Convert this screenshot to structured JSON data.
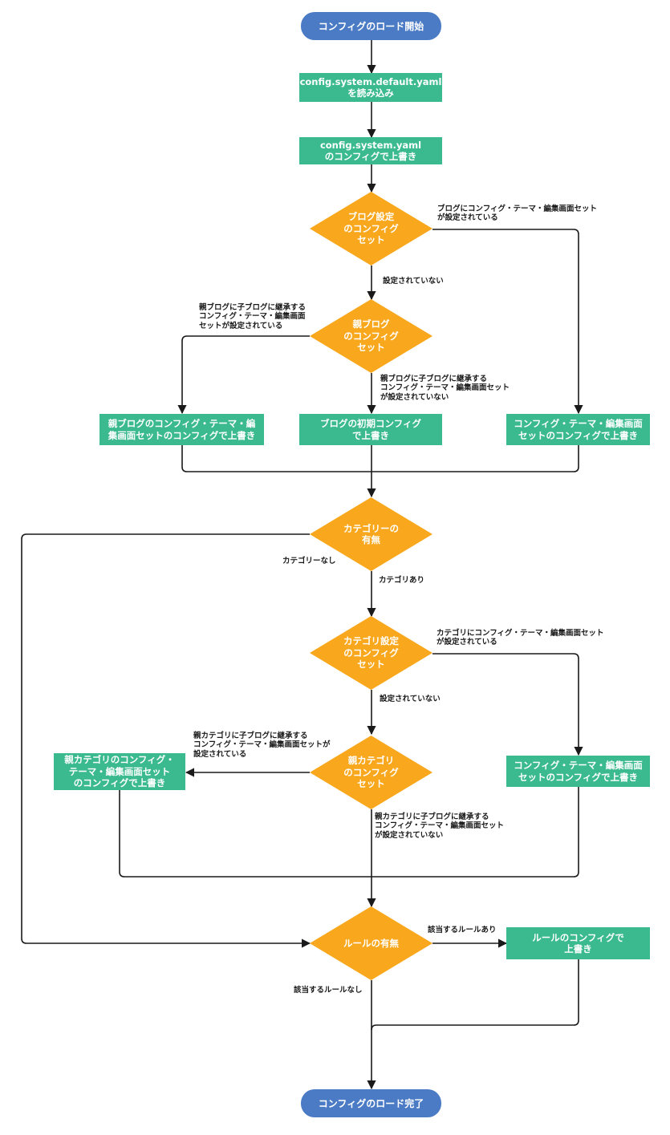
{
  "start": "コンフィグのロード開始",
  "end": "コンフィグのロード完了",
  "steps": {
    "load_default_1": "config.system.default.yaml",
    "load_default_2": "を読み込み",
    "override_system_1": "config.system.yaml",
    "override_system_2": "のコンフィグで上書き",
    "parent_blog_override_1": "親ブログのコンフィグ・テーマ・編",
    "parent_blog_override_2": "集画面セットのコンフィグで上書き",
    "blog_initial_override_1": "ブログの初期コンフィグ",
    "blog_initial_override_2": "で上書き",
    "blog_set_override_1": "コンフィグ・テーマ・編集画面",
    "blog_set_override_2": "セットのコンフィグで上書き",
    "parent_category_override_1": "親カテゴリのコンフィグ・",
    "parent_category_override_2": "テーマ・編集画面セット",
    "parent_category_override_3": "のコンフィグで上書き",
    "category_set_override_1": "コンフィグ・テーマ・編集画面",
    "category_set_override_2": "セットのコンフィグで上書き",
    "rule_override_1": "ルールのコンフィグで",
    "rule_override_2": "上書き"
  },
  "decisions": {
    "blog_config": "ブログ設定\nのコンフィグ\nセット",
    "parent_blog_config": "親ブログ\nのコンフィグ\nセット",
    "has_category": "カテゴリーの\n有無",
    "category_config": "カテゴリ設定\nのコンフィグ\nセット",
    "parent_category_config": "親カテゴリ\nのコンフィグ\nセット",
    "has_rule": "ルールの有無"
  },
  "edge_labels": {
    "blog_set": "ブログにコンフィグ・テーマ・編集画面セット\nが設定されている",
    "blog_not_set": "設定されていない",
    "parent_blog_set": "親ブログに子ブログに継承する\nコンフィグ・テーマ・編集画面\nセットが設定されている",
    "parent_blog_not_set": "親ブログに子ブログに継承する\nコンフィグ・テーマ・編集画面セット\nが設定されていない",
    "no_category": "カテゴリーなし",
    "category_exists": "カテゴリあり",
    "category_set": "カテゴリにコンフィグ・テーマ・編集画面セット\nが設定されている",
    "category_not_set": "設定されていない",
    "parent_category_set": "親カテゴリに子ブログに継承する\nコンフィグ・テーマ・編集画面セットが\n設定されている",
    "parent_category_not_set": "親カテゴリに子ブログに継承する\nコンフィグ・テーマ・編集画面セット\nが設定されていない",
    "rule_exists": "該当するルールあり",
    "rule_none": "該当するルールなし"
  },
  "colors": {
    "terminal": "#4a7bc4",
    "process": "#3bba8f",
    "decision": "#f9a81e",
    "line": "#1a1a1a"
  }
}
